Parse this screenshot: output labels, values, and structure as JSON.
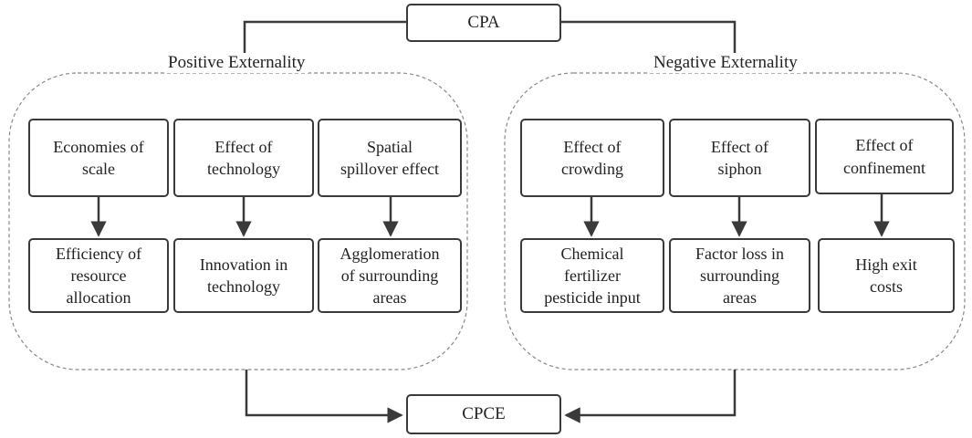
{
  "top_node": "CPA",
  "bottom_node": "CPCE",
  "groups": {
    "positive": {
      "label": "Positive Externality",
      "causes": [
        "Economies of\nscale",
        "Effect of\ntechnology",
        "Spatial\nspillover effect"
      ],
      "effects": [
        "Efficiency of\nresource\nallocation",
        "Innovation in\ntechnology",
        "Agglomeration\nof surrounding\nareas"
      ]
    },
    "negative": {
      "label": "Negative Externality",
      "causes": [
        "Effect of\ncrowding",
        "Effect of\nsiphon",
        "Effect of\nconfinement"
      ],
      "effects": [
        "Chemical\nfertilizer\npesticide input",
        "Factor loss in\nsurrounding\nareas",
        "High exit\ncosts"
      ]
    }
  },
  "colors": {
    "line": "#3a3a3a",
    "dashed_outline": "#888888"
  }
}
